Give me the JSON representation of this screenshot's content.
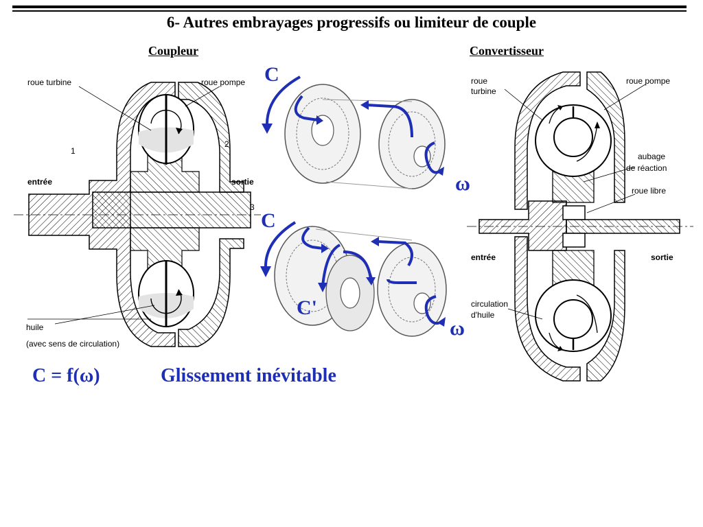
{
  "slide": {
    "title": "6- Autres embrayages progressifs ou limiteur de couple",
    "left_heading": " Coupleur",
    "right_heading": " Convertisseur",
    "formula": "C = f(ω)",
    "conclusion": "Glissement inévitable"
  },
  "coupleur": {
    "label_turbine": "roue turbine",
    "label_pompe": "roue pompe",
    "num_1": "1",
    "num_2": "2",
    "num_3": "3",
    "label_entree": "entrée",
    "label_sortie": "sortie",
    "label_huile": "huile",
    "label_sens": "(avec sens de circulation)"
  },
  "convertisseur": {
    "label_roue": "roue",
    "label_turbine": "turbine",
    "label_pompe": "roue pompe",
    "label_aubage": "aubage",
    "label_reaction": "de réaction",
    "label_roue_libre": "roue libre",
    "label_entree": "entrée",
    "label_sortie": "sortie",
    "label_circulation": "circulation",
    "label_huile": "d'huile"
  },
  "center": {
    "torque_top": "C",
    "omega_top": "ω",
    "torque_bottom": "C",
    "torque_reaction": "C'",
    "omega_bottom": "ω"
  },
  "colors": {
    "accent": "#1f2fb5",
    "ink": "#000000"
  }
}
